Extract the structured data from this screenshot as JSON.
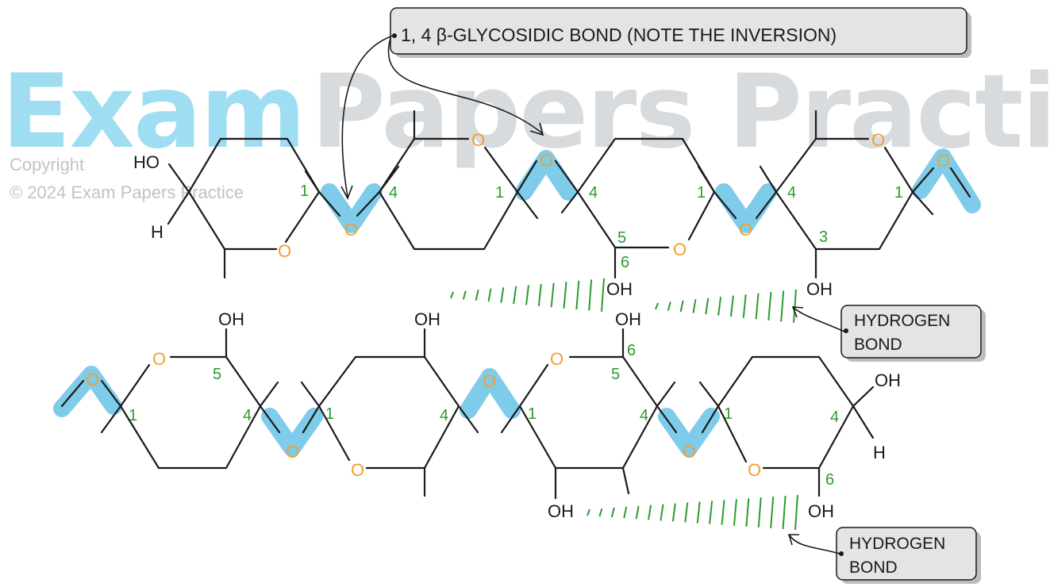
{
  "watermark": {
    "brand_part1": "Exam",
    "brand_part2": "Papers Practice",
    "copyright_line1": "Copyright",
    "copyright_line2": "© 2024 Exam Papers Practice"
  },
  "callouts": {
    "glycosidic": "1, 4 β-GLYCOSIDIC BOND (NOTE THE INVERSION)",
    "hydrogen_top_line1": "HYDROGEN",
    "hydrogen_top_line2": "BOND",
    "hydrogen_bottom_line1": "HYDROGEN",
    "hydrogen_bottom_line2": "BOND"
  },
  "atoms": {
    "oxygen": "O",
    "hydroxyl": "OH",
    "hydroxyl_left": "HO",
    "hydrogen": "H"
  },
  "carbon_numbers": {
    "one": "1",
    "three": "3",
    "four": "4",
    "five": "5",
    "six": "6"
  },
  "colors": {
    "bond_line": "#1a1a1a",
    "ring_oxygen": "#f0a030",
    "carbon_number": "#2e9a2e",
    "glycosidic_highlight": "#7fcbea",
    "hydrogen_bond": "#2e9a2e",
    "callout_fill": "#e4e4e4",
    "watermark_blue": "#4fc3e8",
    "watermark_grey": "#b9bec4"
  }
}
